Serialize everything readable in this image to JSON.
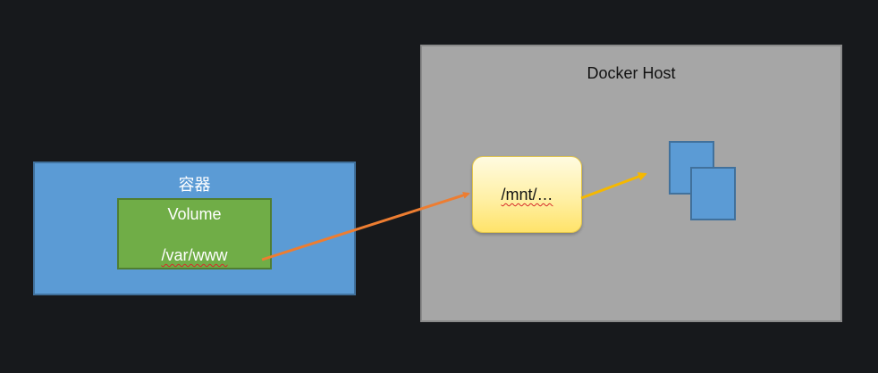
{
  "host": {
    "title": "Docker Host",
    "fill": "#a6a6a6"
  },
  "container": {
    "title": "容器",
    "fill": "#5b9bd5"
  },
  "volume": {
    "title": "Volume",
    "path": "/var/www",
    "fill": "#70ad47"
  },
  "mount": {
    "label": "/mnt/…"
  },
  "arrows": [
    {
      "from": "volume",
      "to": "mount",
      "color": "#ed7d31"
    },
    {
      "from": "mount",
      "to": "files",
      "color": "#f5b800"
    }
  ]
}
